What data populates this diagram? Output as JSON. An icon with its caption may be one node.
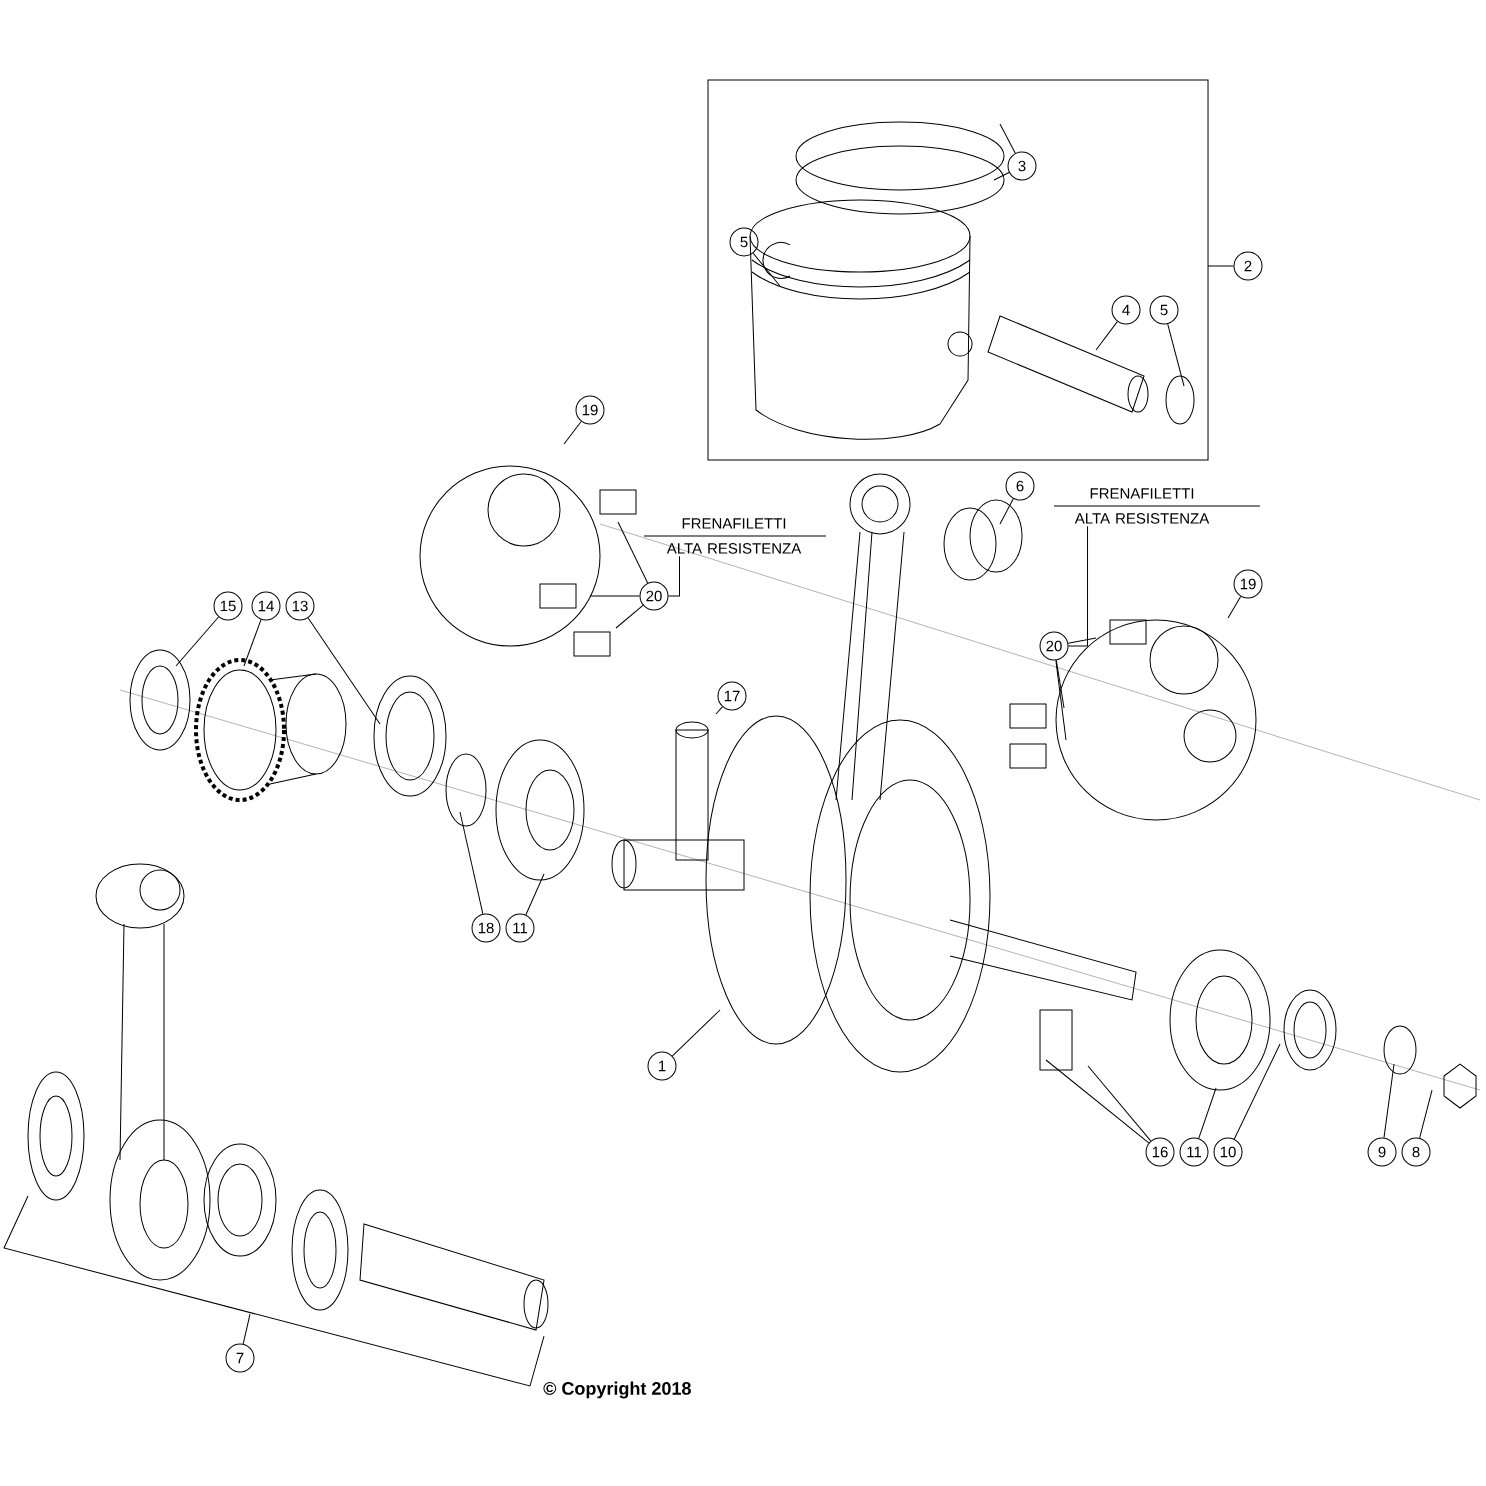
{
  "diagram": {
    "nodes": [
      {
        "text": [
          "1"
        ]
      },
      {
        "text": [
          "2"
        ]
      },
      {
        "text": [
          "3"
        ]
      },
      {
        "text": [
          "5"
        ]
      },
      {
        "text": [
          "4"
        ]
      },
      {
        "text": [
          "5"
        ]
      },
      {
        "text": [
          "6"
        ]
      },
      {
        "text": [
          "FRENAFILETTI ALTA RESISTENZA"
        ]
      },
      {
        "text": [
          "20"
        ]
      },
      {
        "text": [
          "19"
        ]
      },
      {
        "text": [
          "FRENAFILETTI ALTA RESISTENZA"
        ]
      },
      {
        "text": [
          "19"
        ]
      },
      {
        "text": [
          "20"
        ]
      },
      {
        "text": [
          "15"
        ]
      },
      {
        "text": [
          "14"
        ]
      },
      {
        "text": [
          "13"
        ]
      },
      {
        "text": [
          "17"
        ]
      },
      {
        "text": [
          "18"
        ]
      },
      {
        "text": [
          "11"
        ]
      },
      {
        "text": [
          "16"
        ]
      },
      {
        "text": [
          "11"
        ]
      },
      {
        "text": [
          "10"
        ]
      },
      {
        "text": [
          "9"
        ]
      },
      {
        "text": [
          "8"
        ]
      },
      {
        "text": [
          "7"
        ]
      }
    ],
    "edges": [
      {
        "from": 0,
        "to": null,
        "arrow": "none"
      },
      {
        "from": 1,
        "to": null,
        "arrow": "none"
      },
      {
        "from": 2,
        "to": null,
        "arrow": "none"
      },
      {
        "from": 2,
        "to": null,
        "arrow": "none"
      },
      {
        "from": 3,
        "to": null,
        "arrow": "none"
      },
      {
        "from": 4,
        "to": null,
        "arrow": "none"
      },
      {
        "from": 5,
        "to": null,
        "arrow": "none"
      },
      {
        "from": 6,
        "to": null,
        "arrow": "none"
      },
      {
        "from": 7,
        "to": 8,
        "arrow": "none"
      },
      {
        "from": 8,
        "to": null,
        "arrow": "none"
      },
      {
        "from": 8,
        "to": null,
        "arrow": "none"
      },
      {
        "from": 8,
        "to": null,
        "arrow": "none"
      },
      {
        "from": 9,
        "to": null,
        "arrow": "none"
      },
      {
        "from": 10,
        "to": 12,
        "arrow": "none"
      },
      {
        "from": 11,
        "to": null,
        "arrow": "none"
      },
      {
        "from": 12,
        "to": null,
        "arrow": "none"
      },
      {
        "from": 12,
        "to": null,
        "arrow": "none"
      },
      {
        "from": 12,
        "to": null,
        "arrow": "none"
      },
      {
        "from": 13,
        "to": null,
        "arrow": "none"
      },
      {
        "from": 14,
        "to": null,
        "arrow": "none"
      },
      {
        "from": 15,
        "to": null,
        "arrow": "none"
      },
      {
        "from": 16,
        "to": null,
        "arrow": "none"
      },
      {
        "from": 17,
        "to": null,
        "arrow": "none"
      },
      {
        "from": 18,
        "to": null,
        "arrow": "none"
      },
      {
        "from": 19,
        "to": null,
        "arrow": "none"
      },
      {
        "from": 19,
        "to": null,
        "arrow": "none"
      },
      {
        "from": 20,
        "to": null,
        "arrow": "none"
      },
      {
        "from": 21,
        "to": null,
        "arrow": "none"
      },
      {
        "from": 22,
        "to": null,
        "arrow": "none"
      },
      {
        "from": 23,
        "to": null,
        "arrow": "none"
      },
      {
        "from": 24,
        "to": null,
        "arrow": "none"
      }
    ],
    "labels": [
      "© Copyright 2018"
    ]
  }
}
